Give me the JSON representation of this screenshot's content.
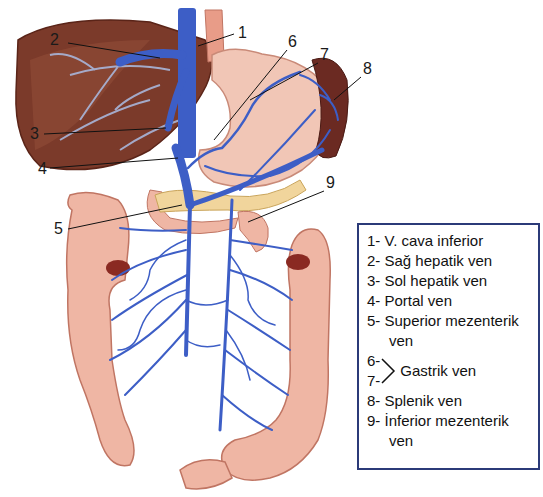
{
  "diagram": {
    "nodes": [
      {
        "text": [
          "1- V. cava inferior",
          "2- Sağ hepatik ven",
          "3- Sol hepatik ven",
          "4- Portal ven",
          "5- Superior mezenterik ven",
          "6-",
          "7-",
          "Gastrik ven",
          "8- Splenik ven",
          "9- İnferior mezenterik ven"
        ]
      }
    ],
    "edges": [],
    "labels": [
      "1",
      "2",
      "6",
      "7",
      "8",
      "3",
      "4",
      "9",
      "5"
    ]
  }
}
